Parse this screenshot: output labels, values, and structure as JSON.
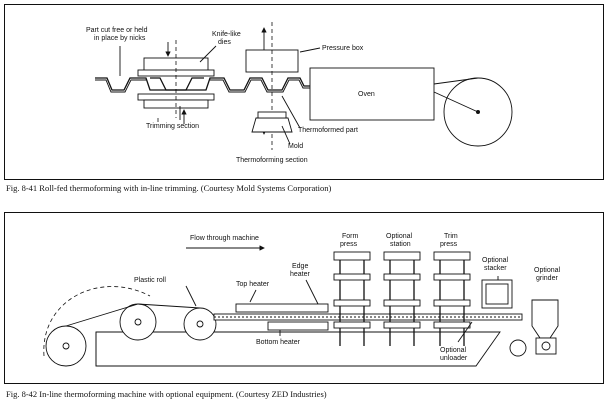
{
  "figure1": {
    "labels": {
      "part_cut": [
        "Part cut free or held",
        "in place by nicks"
      ],
      "knife": [
        "Knife-like",
        "dies"
      ],
      "pressure_box": "Pressure box",
      "oven": "Oven",
      "trimming_section": "Trimming section",
      "thermoformed_part": "Thermoformed part",
      "mold": "Mold",
      "thermoforming_section": "Thermoforming section"
    },
    "caption": "Fig. 8-41 Roll-fed thermoforming with in-line trimming. (Courtesy Mold Systems Corporation)"
  },
  "figure2": {
    "labels": {
      "flow": "Flow through machine",
      "form_press": [
        "Form",
        "press"
      ],
      "optional_station": [
        "Optional",
        "station"
      ],
      "trim_press": [
        "Trim",
        "press"
      ],
      "optional_stacker": [
        "Optional",
        "stacker"
      ],
      "optional_grinder": [
        "Optional",
        "grinder"
      ],
      "edge_heater": [
        "Edge",
        "heater"
      ],
      "plastic_roll": "Plastic roll",
      "top_heater": "Top heater",
      "bottom_heater": "Bottom heater",
      "optional_unloader": [
        "Optional",
        "unloader"
      ]
    },
    "caption": "Fig. 8-42 In-line thermoforming machine with optional equipment. (Courtesy ZED Industries)"
  }
}
